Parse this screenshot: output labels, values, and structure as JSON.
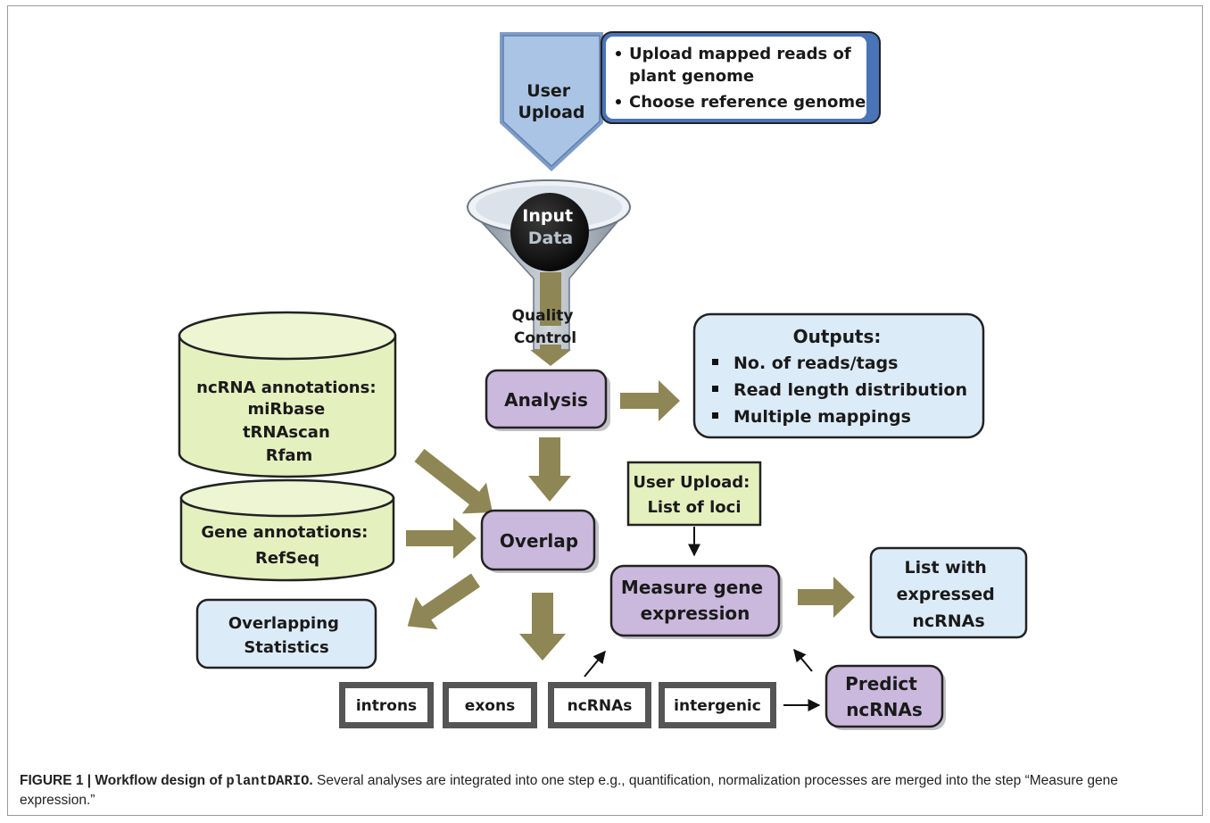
{
  "upload": {
    "chevron_lines": [
      "User",
      "Upload"
    ],
    "bullets": [
      "Upload mapped reads of",
      "plant genome",
      "Choose reference genome"
    ]
  },
  "funnel": {
    "lines": [
      "Input",
      "Data"
    ]
  },
  "quality_control": [
    "Quality",
    "Control"
  ],
  "analysis": "Analysis",
  "outputs": {
    "title": "Outputs:",
    "items": [
      "No. of reads/tags",
      "Read length  distribution",
      "Multiple mappings"
    ]
  },
  "ncrna_db": [
    "ncRNA annotations:",
    "miRbase",
    "tRNAscan",
    "Rfam"
  ],
  "gene_db": [
    "Gene annotations:",
    "RefSeq"
  ],
  "overlap": "Overlap",
  "overlapping_stats": [
    "Overlapping",
    "Statistics"
  ],
  "user_upload_loci": [
    "User Upload:",
    "List of loci"
  ],
  "measure": [
    "Measure gene",
    "expression"
  ],
  "expressed_list": [
    "List with",
    "expressed",
    "ncRNAs"
  ],
  "categories": [
    "introns",
    "exons",
    "ncRNAs",
    "intergenic"
  ],
  "predict": [
    "Predict",
    "ncRNAs"
  ],
  "caption": {
    "figure_label": "FIGURE 1 | Workflow design of ",
    "tool": "plantDARIO",
    "period": ".",
    "text": " Several analyses are integrated into one step e.g., quantification, normalization processes are merged into the step “Measure gene expression.”"
  },
  "colors": {
    "purple": "#cbb8dd",
    "light_blue": "#dcebf8",
    "light_green": "#e5f0bf",
    "arrow_olive": "#8e8654",
    "chevron_blue": "#a9c4e4"
  }
}
